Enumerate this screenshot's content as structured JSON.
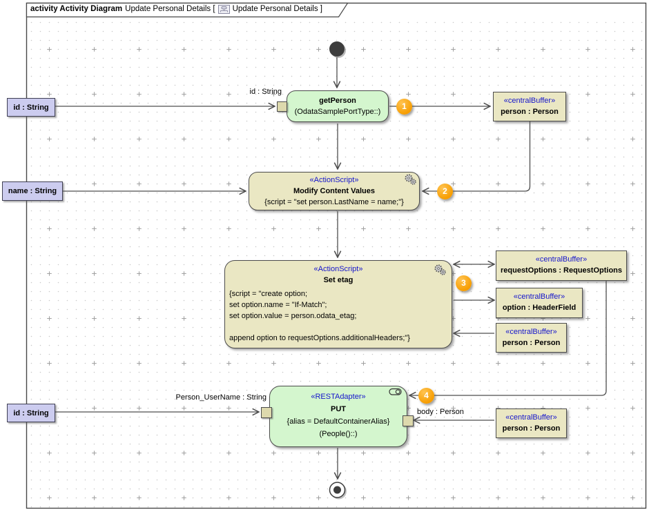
{
  "frame": {
    "title_keyword": "activity Activity Diagram",
    "title_name_open": "Update Personal Details [",
    "title_name_close": "Update Personal Details ]"
  },
  "params": {
    "id_top": "id : String",
    "name_mid": "name : String",
    "id_bottom": "id : String"
  },
  "actions": {
    "getPerson": {
      "name": "getPerson",
      "sub": "(OdataSamplePortType::)"
    },
    "modify": {
      "stereotype": "«ActionScript»",
      "name": "Modify Content Values",
      "script": "{script = \"set person.LastName = name;\"}"
    },
    "setEtag": {
      "stereotype": "«ActionScript»",
      "name": "Set etag",
      "script_lines": [
        "{script = \"create option;",
        "set option.name = \"If-Match\";",
        "set option.value = person.odata_etag;",
        "",
        "append option to requestOptions.additionalHeaders;\"}"
      ]
    },
    "put": {
      "stereotype": "«RESTAdapter»",
      "name": "PUT",
      "alias": "{alias = DefaultContainerAlias}",
      "sub": "(People()::)"
    }
  },
  "buffers": {
    "stereotype": "«centralBuffer»",
    "person_top": "person : Person",
    "requestOptions": "requestOptions : RequestOptions",
    "option": "option : HeaderField",
    "person_mid": "person : Person",
    "person_bottom": "person : Person"
  },
  "edge_labels": {
    "id_string": "id : String",
    "person_username": "Person_UserName : String",
    "body_person": "body : Person"
  },
  "badges": {
    "b1": "1",
    "b2": "2",
    "b3": "3",
    "b4": "4"
  },
  "colors": {
    "action_green": "#d4f6ce",
    "element_tan": "#eae7c3",
    "param_lavender": "#ccccef",
    "badge_orange": "#f79d00",
    "stereotype_blue": "#1414cc"
  }
}
